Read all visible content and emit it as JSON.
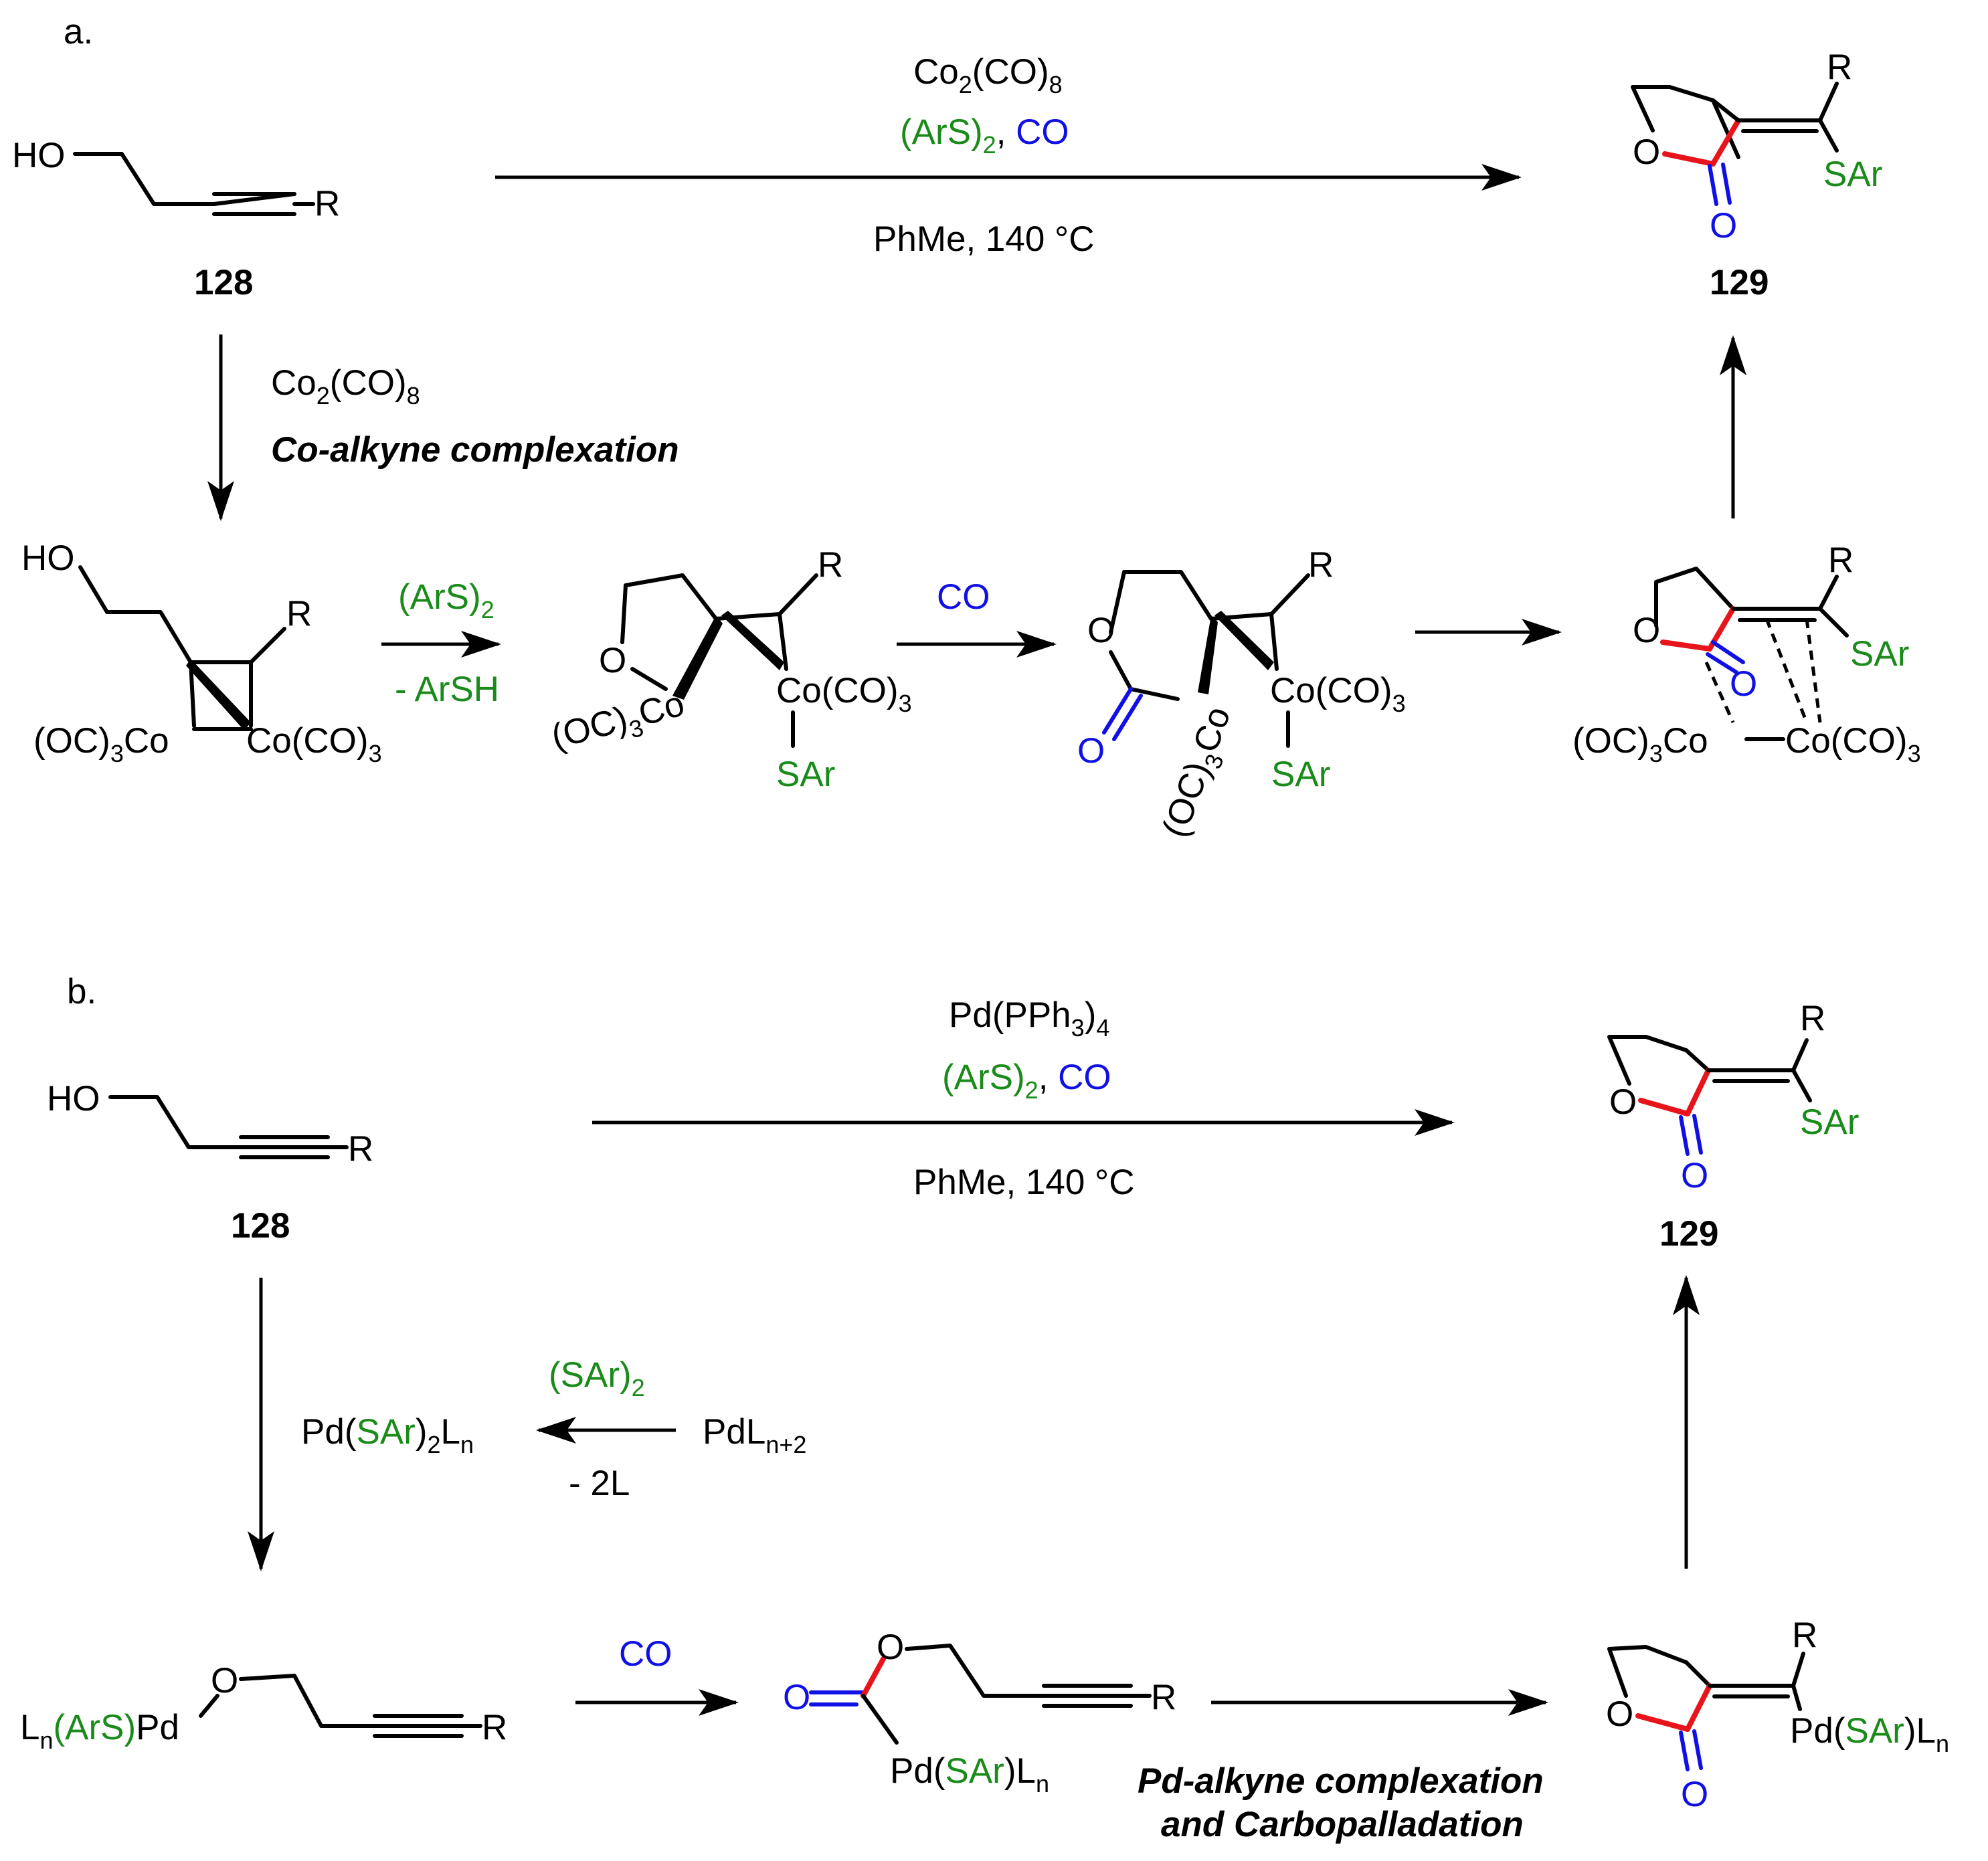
{
  "panel_a": {
    "label": "a.",
    "sm_label": "128",
    "product_label": "129",
    "conditions_top_1": "Co",
    "conditions_top_1_sub": "2",
    "conditions_top_1b": "(CO)",
    "conditions_top_1b_sub": "8",
    "conditions_top_2a": "(ArS)",
    "conditions_top_2a_sub": "2",
    "conditions_top_2b": ", ",
    "conditions_top_2c": "CO",
    "conditions_bottom": "PhMe, 140 °C",
    "down_reagent": "Co",
    "down_reagent_sub": "2",
    "down_reagent_b": "(CO)",
    "down_reagent_b_sub": "8",
    "down_note": "Co-alkyne complexation",
    "step1_reagent": "(ArS)",
    "step1_reagent_sub": "2",
    "step1_byproduct": "- ArSH",
    "step2_reagent": "CO"
  },
  "panel_b": {
    "label": "b.",
    "sm_label": "128",
    "product_label": "129",
    "conditions_top_1": "Pd(PPh",
    "conditions_top_1_sub": "3",
    "conditions_top_1b": ")",
    "conditions_top_1b_sub": "4",
    "conditions_top_2a": "(ArS)",
    "conditions_top_2a_sub": "2",
    "conditions_top_2b": ", ",
    "conditions_top_2c": "CO",
    "conditions_bottom": "PhMe, 140 °C",
    "cat_reagent": "(SAr)",
    "cat_reagent_sub": "2",
    "cat_byproduct": "- 2L",
    "cat_start": "PdL",
    "cat_start_sub": "n+2",
    "cat_product_a": "Pd(",
    "cat_product_b": "SAr",
    "cat_product_c": ")",
    "cat_product_sub1": "2",
    "cat_product_d": "L",
    "cat_product_sub2": "n",
    "co_reagent": "CO",
    "note_line1": "Pd-alkyne complexation",
    "note_line2": "and Carbopalladation"
  },
  "atoms": {
    "HO": "HO",
    "O": "O",
    "R": "R",
    "SAr": "SAr",
    "CoCO3": "Co(CO)",
    "CoCO3_sub": "3",
    "OC3Co_a": "(OC)",
    "OC3Co_sub": "3",
    "OC3Co_b": "Co",
    "Ln": "L",
    "Ln_sub": "n",
    "ArS": "(ArS)",
    "Pd": "Pd",
    "PdSAr_a": "Pd(",
    "PdSAr_b": "SAr",
    "PdSAr_c": ")L",
    "PdSAr_sub": "n"
  },
  "colors": {
    "thiolate_green": "#1a8a1a",
    "carbonyl_blue": "#1010e6",
    "new_bond_red": "#e8141c"
  }
}
